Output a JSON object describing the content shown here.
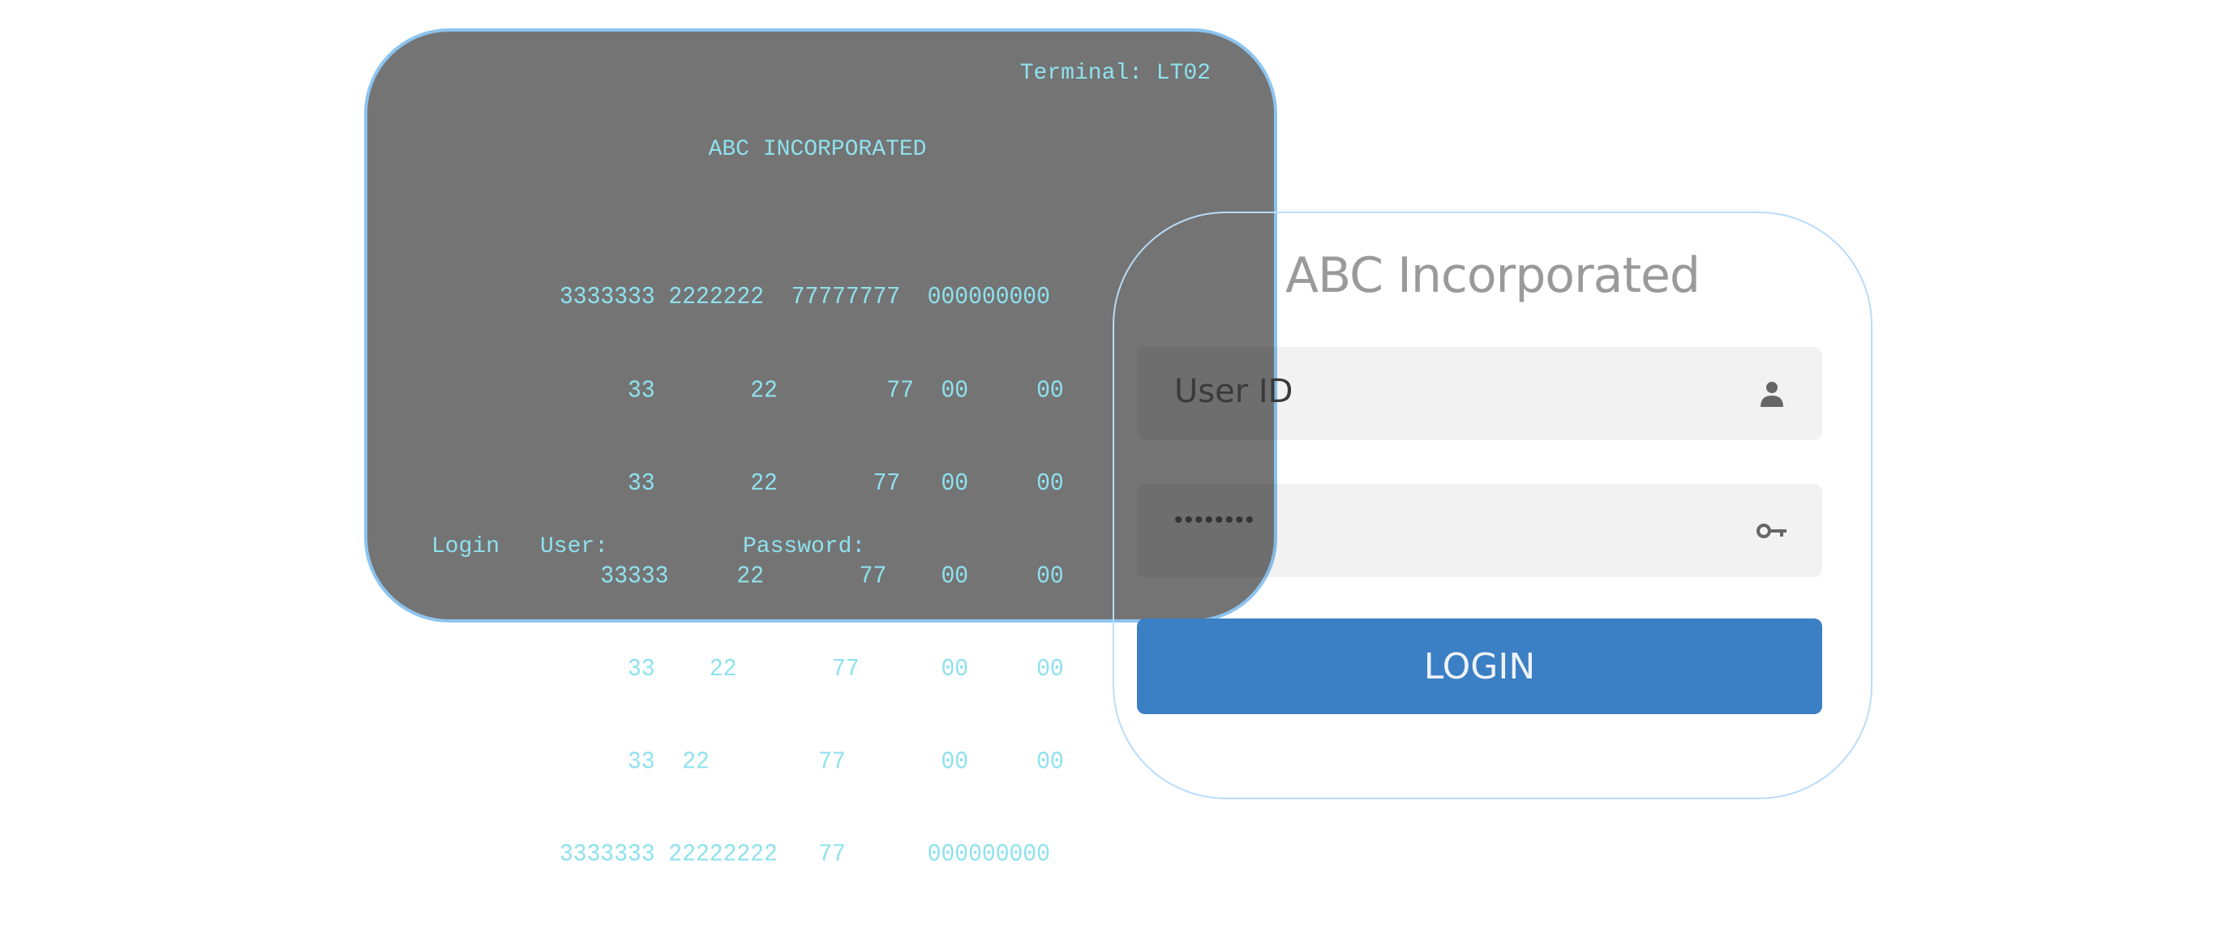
{
  "terminal": {
    "terminal_id": "Terminal: LT02",
    "title": "ABC INCORPORATED",
    "banner_lines": [
      "3333333 2222222  77777777  000000000",
      "     33       22        77  00     00",
      "     33       22       77   00     00",
      "   33333     22       77    00     00",
      "     33    22       77      00     00",
      "     33  22        77       00     00",
      "3333333 22222222   77      000000000"
    ],
    "login_label": "Login",
    "user_label": "User:",
    "password_label": "Password:"
  },
  "login_card": {
    "title": "ABC Incorporated",
    "user_placeholder": "User ID",
    "password_value": "••••••••",
    "login_button": "LOGIN",
    "user_icon": "person-icon",
    "password_icon": "key-icon"
  },
  "colors": {
    "accent": "#3b7fc4",
    "terminal_text": "#8fe1ee",
    "terminal_bg": "#707070"
  }
}
